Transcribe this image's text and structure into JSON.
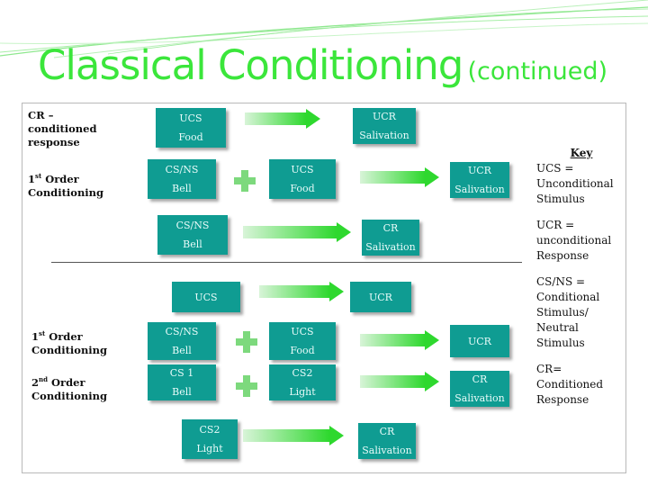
{
  "title": {
    "main": "Classical Conditioning",
    "sub": "(continued)"
  },
  "labels": {
    "cr_definition": "CR – conditioned response",
    "first_order_top_prefix": "1",
    "first_order_top_sup": "st",
    "first_order_top_rest": " Order Conditioning",
    "first_order_bottom_prefix": "1",
    "first_order_bottom_sup": "st",
    "first_order_bottom_rest": " Order Conditioning",
    "second_order_prefix": "2",
    "second_order_sup": "nd",
    "second_order_rest": " Order Conditioning"
  },
  "boxes": {
    "r1_ucs": {
      "line1": "UCS",
      "line2": "Food"
    },
    "r1_ucr": {
      "line1": "UCR",
      "line2": "Salivation"
    },
    "r2_csns": {
      "line1": "CS/NS",
      "line2": "Bell"
    },
    "r2_ucs": {
      "line1": "UCS",
      "line2": "Food"
    },
    "r2_ucr": {
      "line1": "UCR",
      "line2": "Salivation"
    },
    "r3_csns": {
      "line1": "CS/NS",
      "line2": "Bell"
    },
    "r3_cr": {
      "line1": "CR",
      "line2": "Salivation"
    },
    "r4_ucs": {
      "line1": "UCS"
    },
    "r4_ucr": {
      "line1": "UCR"
    },
    "r5_csns": {
      "line1": "CS/NS",
      "line2": "Bell"
    },
    "r5_ucs": {
      "line1": "UCS",
      "line2": "Food"
    },
    "r5_ucr": {
      "line1": "UCR"
    },
    "r6_cs1": {
      "line1": "CS 1",
      "line2": "Bell"
    },
    "r6_cs2": {
      "line1": "CS2",
      "line2": "Light"
    },
    "r6_cr": {
      "line1": "CR",
      "line2": "Salivation"
    },
    "r7_cs2": {
      "line1": "CS2",
      "line2": "Light"
    },
    "r7_cr": {
      "line1": "CR",
      "line2": "Salivation"
    }
  },
  "key": {
    "heading": "Key",
    "ucs": "UCS = Unconditional Stimulus",
    "ucr": "UCR = unconditional Response",
    "csns": "CS/NS = Conditional Stimulus/ Neutral Stimulus",
    "cr": "CR= Conditioned Response"
  },
  "colors": {
    "title": "#3be63b",
    "box_fill": "#0f9c92",
    "box_text": "#e8fbf9",
    "arrow": "#2ed82e",
    "plus": "#7dd97d"
  }
}
